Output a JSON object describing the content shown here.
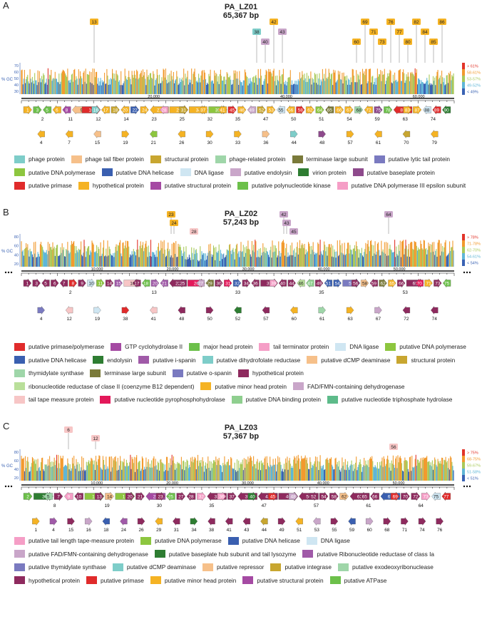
{
  "panels": [
    {
      "label": "A",
      "title": "PA_LZ01",
      "subtitle": "65,367 bp",
      "genome_length": 65367,
      "gc_axis_label": "% GC",
      "gc_ticks": [
        "70",
        "60",
        "50",
        "40",
        "30"
      ],
      "gc_bins": [
        "> 61%",
        "58-61%",
        "53-57%",
        "49-52%",
        "< 49%"
      ],
      "gc_bin_colors": [
        "#e2342a",
        "#f29a2e",
        "#a9c95a",
        "#5fb6d6",
        "#3a62b3"
      ],
      "coord_ticks": [
        "20,000",
        "40,000",
        "60,000"
      ],
      "tick_values": [
        20000,
        40000,
        60000
      ],
      "circular_dots": false,
      "legend": [
        {
          "name": "phage protein",
          "color": "#7ecdc9"
        },
        {
          "name": "phage tail fiber protein",
          "color": "#f6c08a"
        },
        {
          "name": "structural protein",
          "color": "#c8a630"
        },
        {
          "name": "phage-related protein",
          "color": "#9fd6a9"
        },
        {
          "name": "terminase large subunit",
          "color": "#7a7a3a"
        },
        {
          "name": "putative lytic tail protein",
          "color": "#7a7ac0"
        },
        {
          "name": "putative DNA polymerase",
          "color": "#8dc63f"
        },
        {
          "name": "putative DNA helicase",
          "color": "#3a5fb0"
        },
        {
          "name": "DNA ligase",
          "color": "#cfe6f2"
        },
        {
          "name": "putative endolysin",
          "color": "#c9a6c9"
        },
        {
          "name": "virion protein",
          "color": "#2e7d32"
        },
        {
          "name": "putative baseplate protein",
          "color": "#8e4a8c"
        },
        {
          "name": "putative primase",
          "color": "#e02b2b"
        },
        {
          "name": "hypothetical protein",
          "color": "#f5b324"
        },
        {
          "name": "putative structural protein",
          "color": "#a54aa3"
        },
        {
          "name": "putative polynucleotide kinase",
          "color": "#6cc04a"
        },
        {
          "name": "putative DNA polymerase III epsilon subunit",
          "color": "#f59ec6"
        }
      ],
      "callouts": [
        {
          "n": "13",
          "color": "#f5b324"
        },
        {
          "n": "38",
          "color": "#7ecdc9"
        },
        {
          "n": "40",
          "color": "#c9a6c9"
        },
        {
          "n": "42",
          "color": "#f5b324"
        },
        {
          "n": "43",
          "color": "#c9a6c9"
        },
        {
          "n": "60",
          "color": "#f5b324"
        },
        {
          "n": "69",
          "color": "#f5b324"
        },
        {
          "n": "71",
          "color": "#f5b324"
        },
        {
          "n": "73",
          "color": "#f5b324"
        },
        {
          "n": "76",
          "color": "#f5b324"
        },
        {
          "n": "77",
          "color": "#f5b324"
        },
        {
          "n": "80",
          "color": "#f5b324"
        },
        {
          "n": "82",
          "color": "#f5b324"
        },
        {
          "n": "84",
          "color": "#f5b324"
        },
        {
          "n": "85",
          "color": "#f5b324"
        },
        {
          "n": "86",
          "color": "#f5b324"
        }
      ],
      "forward_labels": [
        "1",
        "3",
        "5",
        "6",
        "8",
        "9",
        "10",
        "16",
        "17",
        "18",
        "20",
        "22",
        "24",
        "27",
        "28",
        "29",
        "31",
        "34",
        "37",
        "39",
        "41",
        "45",
        "46",
        "49",
        "52",
        "53",
        "55",
        "56",
        "58",
        "62",
        "64",
        "65",
        "66",
        "67",
        "68",
        "72",
        "75",
        "78",
        "81",
        "83",
        "87",
        "88",
        "89",
        "90"
      ],
      "lower_labels": [
        "2",
        "11",
        "12",
        "14",
        "23",
        "25",
        "32",
        "35",
        "47",
        "50",
        "51",
        "54",
        "59",
        "63",
        "74"
      ],
      "bottom_labels": [
        "4",
        "7",
        "15",
        "19",
        "21",
        "26",
        "30",
        "33",
        "36",
        "44",
        "48",
        "57",
        "61",
        "70",
        "79"
      ]
    },
    {
      "label": "B",
      "title": "PA_LZ02",
      "subtitle": "57,243 bp",
      "genome_length": 57243,
      "gc_axis_label": "% GC",
      "gc_ticks": [
        "80",
        "60",
        "40",
        "20"
      ],
      "gc_bins": [
        "> 78%",
        "71-78%",
        "62-70%",
        "54-61%",
        "< 54%"
      ],
      "gc_bin_colors": [
        "#e2342a",
        "#f29a2e",
        "#a9c95a",
        "#5fb6d6",
        "#3a62b3"
      ],
      "coord_ticks": [
        "10,000",
        "20,000",
        "30,000",
        "40,000",
        "50,000"
      ],
      "tick_values": [
        10000,
        20000,
        30000,
        40000,
        50000
      ],
      "circular_dots": true,
      "legend": [
        {
          "name": "putative primase/polymerase",
          "color": "#e02b2b"
        },
        {
          "name": "GTP cyclohydrolase II",
          "color": "#a54aa3"
        },
        {
          "name": "major head protein",
          "color": "#6cc04a"
        },
        {
          "name": "tail terminator protein",
          "color": "#f59ec6"
        },
        {
          "name": "DNA ligase",
          "color": "#cfe6f2"
        },
        {
          "name": "putative DNA polymerase",
          "color": "#8dc63f"
        },
        {
          "name": "putative DNA helicase",
          "color": "#3a5fb0"
        },
        {
          "name": "endolysin",
          "color": "#2e7d32"
        },
        {
          "name": "putative i-spanin",
          "color": "#a05aa8"
        },
        {
          "name": "putative dihydrofolate reductase",
          "color": "#7ecdc9"
        },
        {
          "name": "putative dCMP deaminase",
          "color": "#f6c08a"
        },
        {
          "name": "structural protein",
          "color": "#c8a630"
        },
        {
          "name": "thymidylate synthase",
          "color": "#9fd6a9"
        },
        {
          "name": "terminase large subunit",
          "color": "#7a7a3a"
        },
        {
          "name": "putative o-spanin",
          "color": "#7a7ac0"
        },
        {
          "name": "hypothetical protein",
          "color": "#8e2a5e"
        },
        {
          "name": "ribonucleotide reductase of clase II (coenzyme B12 dependent)",
          "color": "#b9df9a"
        },
        {
          "name": "putative minor head protein",
          "color": "#f5b324"
        },
        {
          "name": "FAD/FMN-containing dehydrogenase",
          "color": "#c9a6c9"
        },
        {
          "name": "tail tape measure protein",
          "color": "#f7c6c6"
        },
        {
          "name": "putative nucleotide pyrophosphohydrolase",
          "color": "#e3185a"
        },
        {
          "name": "putative DNA binding protein",
          "color": "#8fcf8f"
        },
        {
          "name": "putative nucleotide triphosphate hydrolase",
          "color": "#5dbb8a"
        }
      ],
      "callouts": [
        {
          "n": "23",
          "color": "#f5b324"
        },
        {
          "n": "24",
          "color": "#f5b324"
        },
        {
          "n": "28",
          "color": "#f7c6c6"
        },
        {
          "n": "42",
          "color": "#c9a6c9"
        },
        {
          "n": "43",
          "color": "#c9a6c9"
        },
        {
          "n": "45",
          "color": "#c9a6c9"
        },
        {
          "n": "64",
          "color": "#c9a6c9"
        }
      ],
      "forward_labels": [
        "1",
        "3",
        "5",
        "6",
        "7",
        "8",
        "9",
        "10",
        "11",
        "14",
        "15",
        "16",
        "17",
        "18",
        "20",
        "21",
        "22",
        "25",
        "26",
        "27",
        "29",
        "30",
        "31",
        "32",
        "34",
        "36",
        "37",
        "39",
        "40",
        "44",
        "46",
        "47",
        "49",
        "51",
        "54",
        "55",
        "56",
        "58",
        "59",
        "62",
        "65",
        "66",
        "69",
        "70",
        "71",
        "73",
        "75"
      ],
      "lower_labels": [
        "2",
        "13",
        "33",
        "35",
        "53"
      ],
      "bottom_labels": [
        "4",
        "12",
        "19",
        "38",
        "41",
        "48",
        "50",
        "52",
        "57",
        "60",
        "61",
        "63",
        "67",
        "72",
        "74"
      ]
    },
    {
      "label": "C",
      "title": "PA_LZ03",
      "subtitle": "57,367 bp",
      "genome_length": 57367,
      "gc_axis_label": "% GC",
      "gc_ticks": [
        "80",
        "60",
        "40",
        "20"
      ],
      "gc_bins": [
        "> 75%",
        "68-75%",
        "59-67%",
        "51-58%",
        "< 51%"
      ],
      "gc_bin_colors": [
        "#e2342a",
        "#f29a2e",
        "#a9c95a",
        "#5fb6d6",
        "#3a62b3"
      ],
      "coord_ticks": [
        "10,000",
        "20,000",
        "30,000",
        "40,000",
        "50,000"
      ],
      "tick_values": [
        10000,
        20000,
        30000,
        40000,
        50000
      ],
      "circular_dots": true,
      "legend": [
        {
          "name": "putative tail length tape-measure protein",
          "color": "#f59ec6"
        },
        {
          "name": "putative DNA polymerase",
          "color": "#8dc63f"
        },
        {
          "name": "putative DNA helicase",
          "color": "#3a5fb0"
        },
        {
          "name": "DNA ligase",
          "color": "#cfe6f2"
        },
        {
          "name": "putative FAD/FMN-containing dehydrogenase",
          "color": "#c9a6c9"
        },
        {
          "name": "putative baseplate hub subunit and tail lysozyme",
          "color": "#2e7d32"
        },
        {
          "name": "putative Ribonucleotide reductase of class Ia",
          "color": "#a05aa8"
        },
        {
          "name": "putative thymidylate synthase",
          "color": "#7a7ac0"
        },
        {
          "name": "putative dCMP deaminase",
          "color": "#7ecdc9"
        },
        {
          "name": "putative repressor",
          "color": "#f6c08a"
        },
        {
          "name": "putative integrase",
          "color": "#c8a630"
        },
        {
          "name": "putative exodeoxyribonuclease",
          "color": "#9fd6a9"
        },
        {
          "name": "hypothetical protein",
          "color": "#8e2a5e"
        },
        {
          "name": "putative primase",
          "color": "#e02b2b"
        },
        {
          "name": "putative minor head protein",
          "color": "#f5b324"
        },
        {
          "name": "putative structural protein",
          "color": "#a54aa3"
        },
        {
          "name": "putative ATPase",
          "color": "#6cc04a"
        }
      ],
      "callouts": [
        {
          "n": "6",
          "color": "#f7c6c6"
        },
        {
          "n": "12",
          "color": "#f7c6c6"
        },
        {
          "n": "56",
          "color": "#f7c6c6"
        }
      ],
      "forward_labels": [
        "2",
        "3",
        "5",
        "7",
        "9",
        "10",
        "11",
        "13",
        "14",
        "17",
        "20",
        "21",
        "22",
        "23",
        "25",
        "27",
        "28",
        "32",
        "33",
        "36",
        "37",
        "39",
        "40",
        "42",
        "45",
        "46",
        "48",
        "50",
        "52",
        "54",
        "58",
        "62",
        "63",
        "65",
        "66",
        "67",
        "69",
        "70",
        "72",
        "73",
        "75",
        "77"
      ],
      "lower_labels": [
        "8",
        "19",
        "30",
        "35",
        "47",
        "57",
        "61",
        "64"
      ],
      "bottom_labels": [
        "1",
        "4",
        "15",
        "16",
        "18",
        "24",
        "26",
        "29",
        "31",
        "34",
        "38",
        "41",
        "43",
        "44",
        "49",
        "51",
        "53",
        "55",
        "59",
        "60",
        "68",
        "71",
        "74",
        "76"
      ]
    }
  ]
}
